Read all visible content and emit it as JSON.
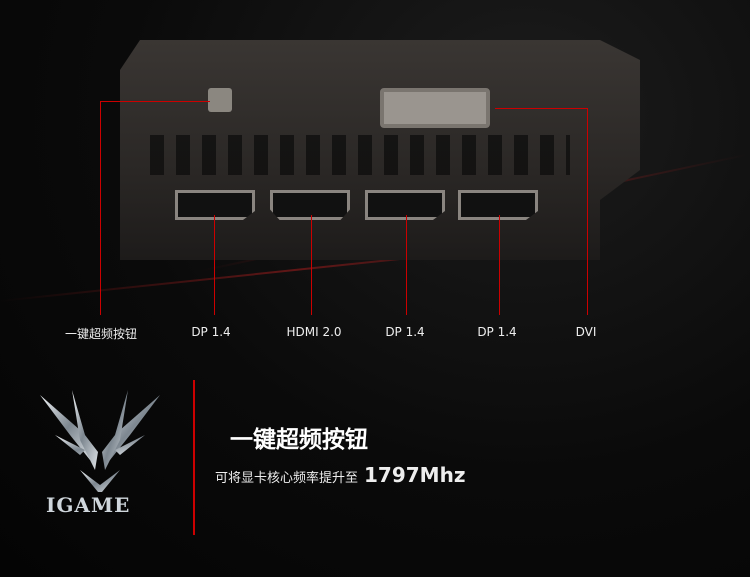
{
  "ports": [
    {
      "label": "一键超频按钮"
    },
    {
      "label": "DP 1.4"
    },
    {
      "label": "HDMI 2.0"
    },
    {
      "label": "DP 1.4"
    },
    {
      "label": "DP 1.4"
    },
    {
      "label": "DVI"
    }
  ],
  "brand": {
    "logo_text": "IGAME"
  },
  "feature": {
    "title": "一键超频按钮",
    "description": "可将显卡核心频率提升至",
    "frequency": "1797Mhz"
  },
  "colors": {
    "accent": "#cc0000",
    "background": "#050505"
  }
}
